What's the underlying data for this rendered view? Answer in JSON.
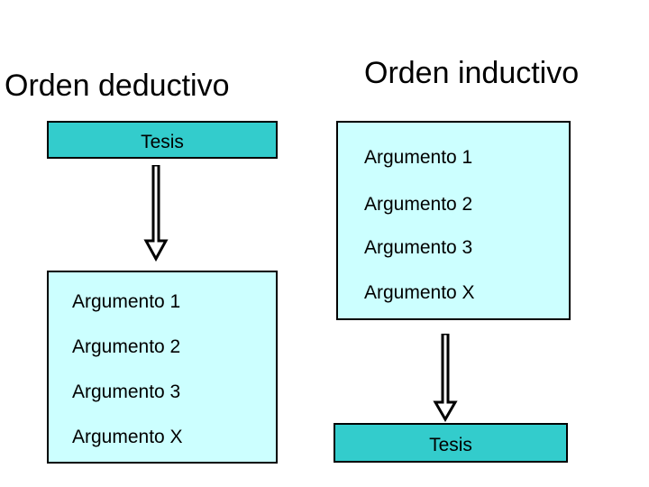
{
  "colors": {
    "teal_fill": "#33CCCC",
    "cyan_fill": "#CCFFFF",
    "outline": "#000000",
    "background": "#FFFFFF",
    "text": "#000000"
  },
  "deductive": {
    "heading": "Orden deductivo",
    "thesis_box": {
      "label": "Tesis",
      "fill": "#33CCCC"
    },
    "arrow": {
      "name": "down-arrow-icon",
      "direction": "down"
    },
    "arguments_box": {
      "fill": "#CCFFFF",
      "items": [
        "Argumento 1",
        "Argumento 2",
        "Argumento 3",
        "Argumento X"
      ]
    }
  },
  "inductive": {
    "heading": "Orden inductivo",
    "arguments_box": {
      "fill": "#CCFFFF",
      "items": [
        "Argumento 1",
        "Argumento 2",
        "Argumento 3",
        "Argumento X"
      ]
    },
    "arrow": {
      "name": "down-arrow-icon",
      "direction": "down"
    },
    "thesis_box": {
      "label": "Tesis",
      "fill": "#33CCCC"
    }
  }
}
